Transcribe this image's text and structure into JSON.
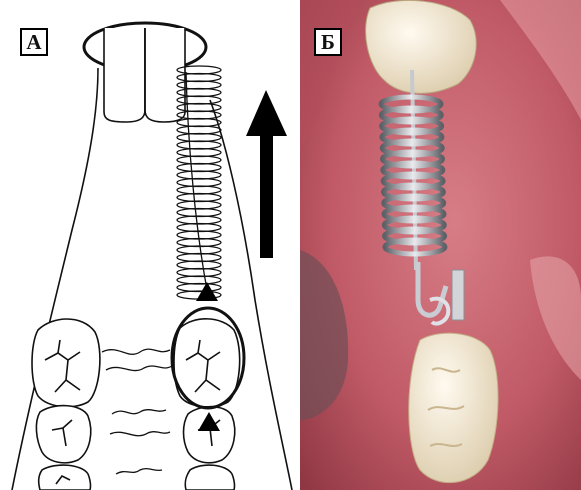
{
  "panels": [
    {
      "label": "А",
      "kind": "schematic drawing"
    },
    {
      "label": "Б",
      "kind": "clinical photograph"
    }
  ],
  "icons": {
    "arrow": "arrow-up-icon",
    "marker": "triangle-up-icon"
  },
  "colors": {
    "line": "#111111",
    "background": "#ffffff",
    "gingiva": "#c8646e",
    "tooth": "#f2ead6",
    "spring": "#9aa0a6"
  }
}
